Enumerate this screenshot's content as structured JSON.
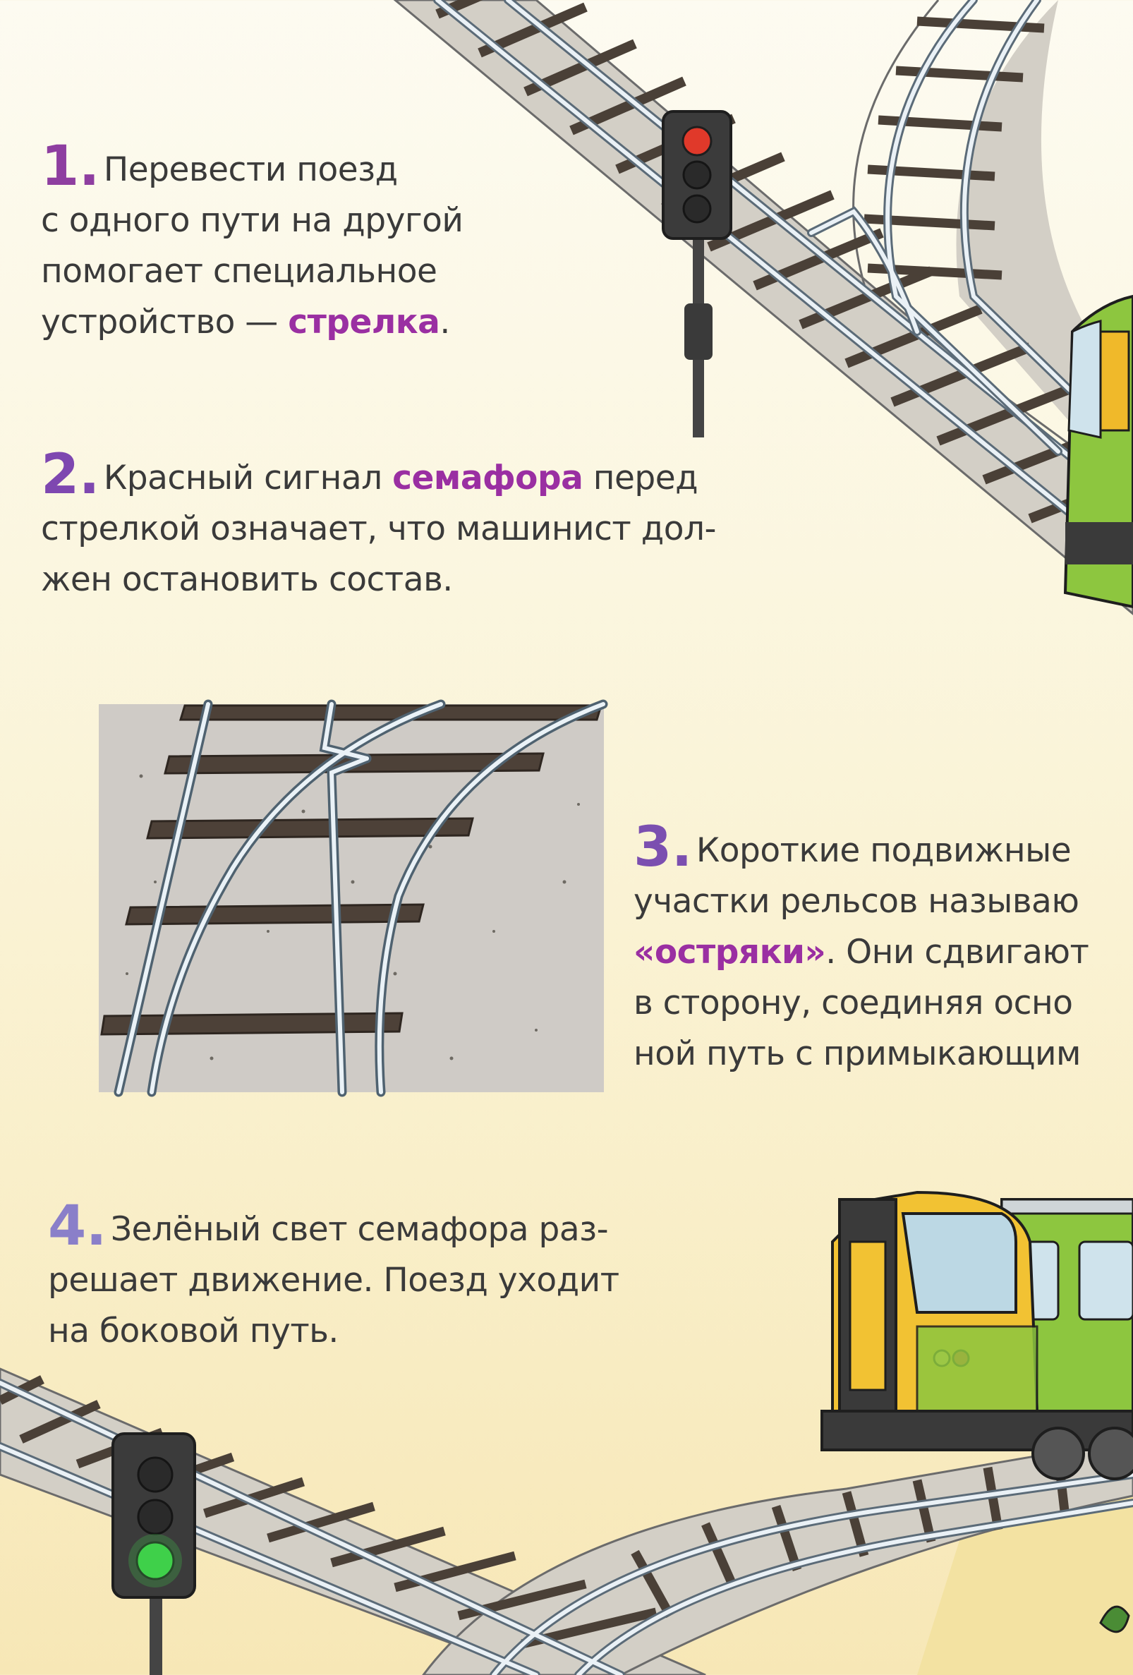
{
  "colors": {
    "number_1": "#8e3ea0",
    "number_2": "#7e47b0",
    "number_3": "#7b4fb0",
    "number_4": "#8a7fc9",
    "highlight": "#9a2fa2",
    "text": "#3a3a3a",
    "signal_red": "#e0392a",
    "signal_green": "#3fd04a"
  },
  "icons": [
    "signal-upper-icon",
    "signal-lower-icon",
    "train-upper-icon",
    "train-lower-icon"
  ],
  "paragraphs": [
    {
      "number": "1.",
      "lines": [
        [
          "Перевести поезд"
        ],
        [
          "с одного пути на другой"
        ],
        [
          "помогает специальное"
        ],
        [
          "устройство — ",
          "стрелка",
          "."
        ]
      ]
    },
    {
      "number": "2.",
      "lines": [
        [
          "Красный сигнал ",
          "семафора",
          " перед"
        ],
        [
          "стрелкой означает, что машинист дол-"
        ],
        [
          "жен остановить состав."
        ]
      ]
    },
    {
      "number": "3.",
      "lines": [
        [
          "Короткие подвижные"
        ],
        [
          "участки рельсов называю"
        ],
        [
          "«остряки»",
          ". Они сдвигают"
        ],
        [
          "в сторону, соединяя осно"
        ],
        [
          "ной путь с примыкающим"
        ]
      ]
    },
    {
      "number": "4.",
      "lines": [
        [
          "Зелёный свет семафора раз-"
        ],
        [
          "решает движение. Поезд уходит"
        ],
        [
          "на боковой путь."
        ]
      ]
    }
  ]
}
